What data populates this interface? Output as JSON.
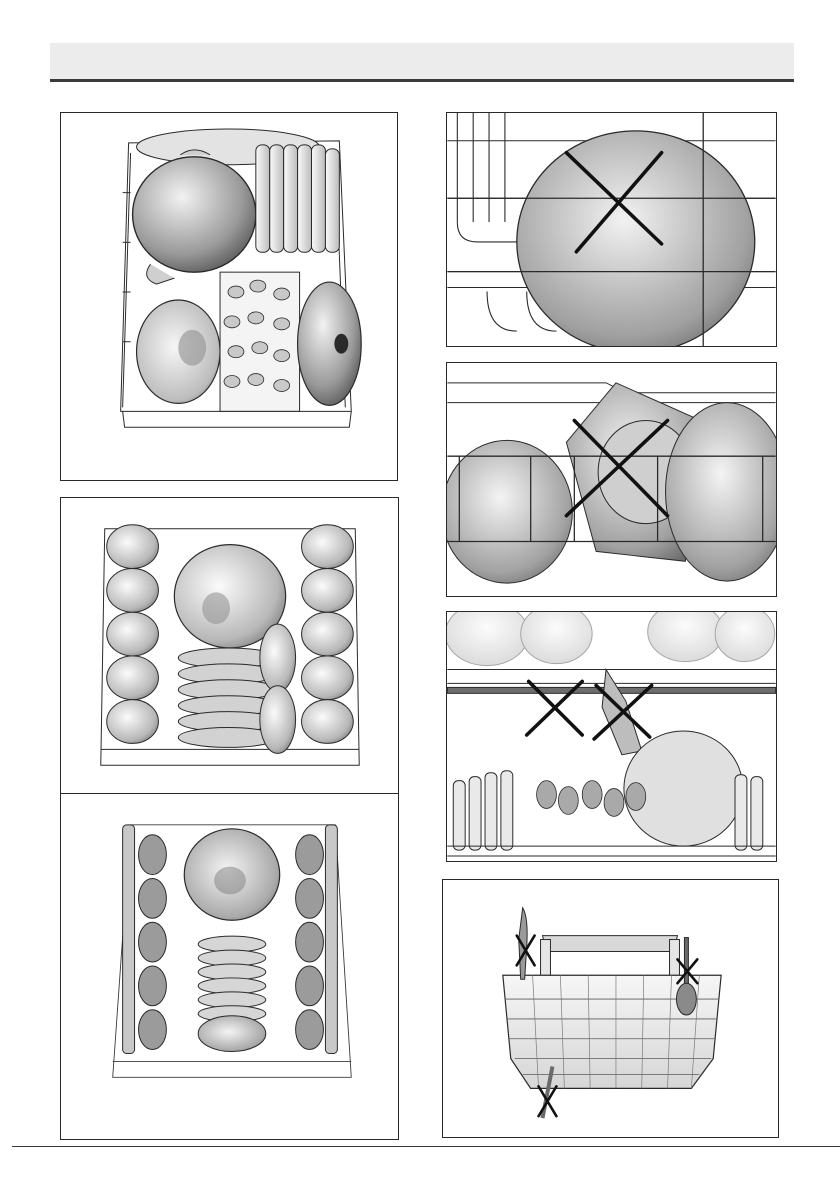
{
  "page": {
    "header_text": "",
    "page_number": ""
  },
  "figures": [
    {
      "id": "lower-basket-full-load",
      "marks": []
    },
    {
      "id": "upper-basket-cups-plates",
      "marks": []
    },
    {
      "id": "upper-basket-glasses-bowls",
      "marks": []
    },
    {
      "id": "wrong-oversized-bowl",
      "marks": [
        "cross"
      ]
    },
    {
      "id": "wrong-overlapping-bowls",
      "marks": [
        "cross"
      ]
    },
    {
      "id": "wrong-spray-arm-blocked",
      "marks": [
        "cross",
        "cross"
      ]
    },
    {
      "id": "cutlery-basket-wrong-placement",
      "marks": [
        "cross",
        "cross",
        "cross"
      ]
    }
  ],
  "colors": {
    "line": "#2a2a2a",
    "dish_light": "#e9e9e9",
    "dish_mid": "#b5b5b5",
    "dish_dark": "#6e6e6e",
    "header_bg": "#ececec",
    "cross": "#111111"
  }
}
